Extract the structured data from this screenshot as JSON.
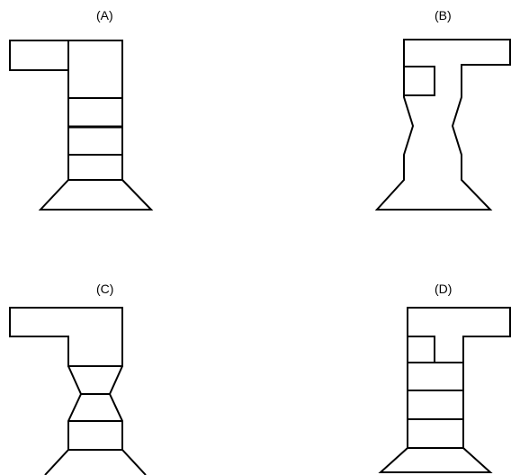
{
  "figures": [
    {
      "id": "A",
      "label": "(A)"
    },
    {
      "id": "B",
      "label": "(B)"
    },
    {
      "id": "C",
      "label": "(C)"
    },
    {
      "id": "D",
      "label": "(D)"
    }
  ]
}
